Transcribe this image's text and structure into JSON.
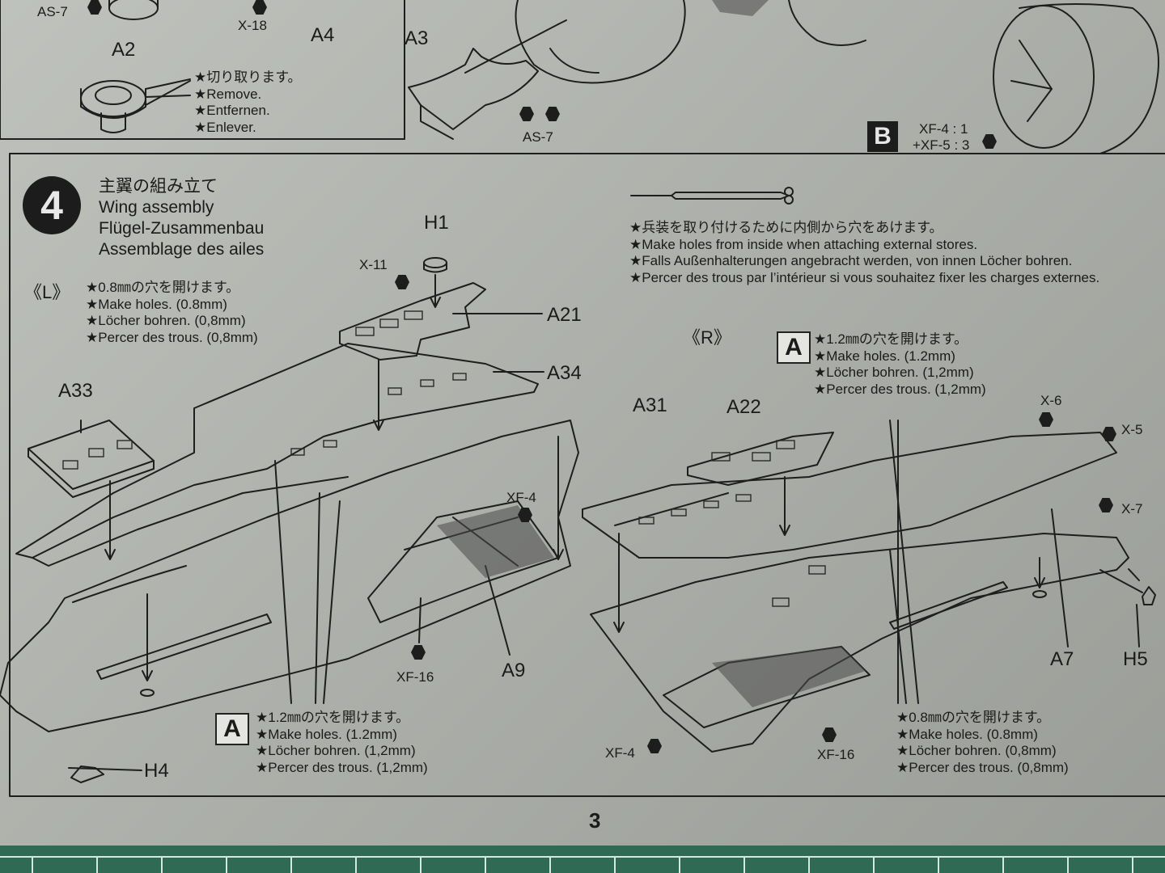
{
  "top_section": {
    "labels": {
      "a2": "A2",
      "a3": "A3",
      "a4": "A4",
      "x18": "X-18",
      "as7_left": "AS-7",
      "as7_right": "AS-7"
    },
    "remove_note": [
      "★切り取ります。",
      "★Remove.",
      "★Entfernen.",
      "★Enlever."
    ],
    "paint_code_box": {
      "letter": "B",
      "lines": [
        "XF-4 : 1",
        "+XF-5 : 3"
      ]
    }
  },
  "step": {
    "number": "4",
    "titles": [
      "主翼の組み立て",
      "Wing assembly",
      "Flügel-Zusammenbau",
      "Assemblage des ailes"
    ]
  },
  "external_stores_note": [
    "★兵装を取り付けるために内側から穴をあけます。",
    "★Make holes from inside when attaching external stores.",
    "★Falls Außenhalterungen angebracht werden, von innen Löcher bohren.",
    "★Percer des trous par l’intérieur si vous souhaitez fixer les charges externes."
  ],
  "left_wing": {
    "side": "《L》",
    "note_holes_08": [
      "★0.8㎜の穴を開けます。",
      "★Make holes. (0.8mm)",
      "★Löcher bohren. (0,8mm)",
      "★Percer des trous. (0,8mm)"
    ],
    "parts": {
      "h1": "H1",
      "x11": "X-11",
      "a21": "A21",
      "a34": "A34",
      "a33": "A33",
      "xf4": "XF-4",
      "xf16": "XF-16",
      "a9": "A9",
      "h4": "H4"
    },
    "note_holes_12": {
      "box": "A",
      "lines": [
        "★1.2㎜の穴を開けます。",
        "★Make holes. (1.2mm)",
        "★Löcher bohren. (1,2mm)",
        "★Percer des trous. (1,2mm)"
      ]
    }
  },
  "right_wing": {
    "side": "《R》",
    "note_holes_12": {
      "box": "A",
      "lines": [
        "★1.2㎜の穴を開けます。",
        "★Make holes. (1.2mm)",
        "★Löcher bohren. (1,2mm)",
        "★Percer des trous. (1,2mm)"
      ]
    },
    "parts": {
      "a31": "A31",
      "a22": "A22",
      "x6": "X-6",
      "x5": "X-5",
      "x7": "X-7",
      "a7": "A7",
      "h5": "H5",
      "xf4": "XF-4",
      "xf16": "XF-16"
    },
    "note_holes_08": [
      "★0.8㎜の穴を開けます。",
      "★Make holes. (0.8mm)",
      "★Löcher bohren. (0,8mm)",
      "★Percer des trous. (0,8mm)"
    ]
  },
  "page_number": "3"
}
